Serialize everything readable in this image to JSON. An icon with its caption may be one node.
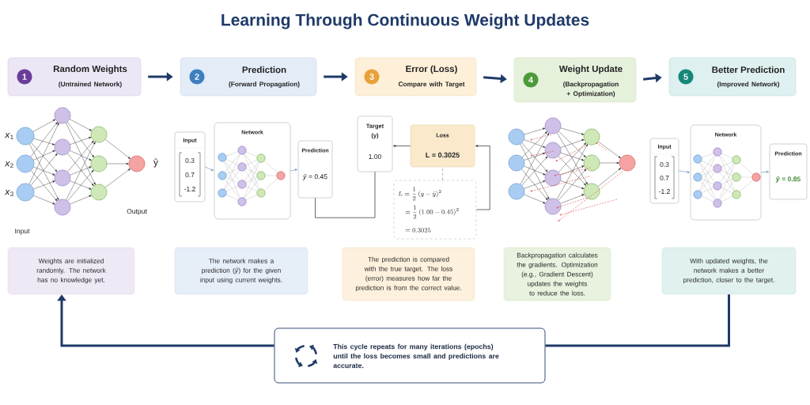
{
  "diagram": {
    "title": "Learning Through Continuous Weight Updates",
    "nodes": [
      {
        "text": [
          "1",
          "Random Weights",
          "(Untrained Network)"
        ]
      },
      {
        "text": [
          "2",
          "Prediction",
          "(Forward Propagation)"
        ]
      },
      {
        "text": [
          "3",
          "Error (Loss)",
          "Compare with Target"
        ]
      },
      {
        "text": [
          "4",
          "Weight Update",
          "(Backpropagation + Optimization)"
        ]
      },
      {
        "text": [
          "5",
          "Better Prediction",
          "(Improved Network)"
        ]
      },
      {
        "text": [
          "Input",
          "0.3",
          "0.7",
          "-1.2"
        ]
      },
      {
        "text": [
          "Network"
        ]
      },
      {
        "text": [
          "Prediction",
          "*ŷ* = 0.45"
        ]
      },
      {
        "text": [
          "Target (y)",
          "1.00"
        ]
      },
      {
        "text": [
          "Loss",
          "L = 0.3025"
        ]
      },
      {
        "text": [
          "L = \\frac{1}{2}\\,(y - \\hat{y})^2",
          "= \\frac{1}{2}\\,(1.00 - 0.45)^2",
          "= 0.3025"
        ]
      },
      {
        "text": [
          "Input",
          "0.3",
          "0.7",
          "-1.2"
        ]
      },
      {
        "text": [
          "Network"
        ]
      },
      {
        "text": [
          "Prediction",
          "*ŷ* = 0.85"
        ]
      },
      {
        "text": [
          "Weights are initialized randomly. The network has no knowledge yet."
        ]
      },
      {
        "text": [
          "The network makes a prediction (*ŷ*) for the given input using current weights."
        ]
      },
      {
        "text": [
          "The prediction is compared with the true target. The loss (error) measures how far the prediction is from the correct value."
        ]
      },
      {
        "text": [
          "Backpropagation calculates the gradients. Optimization (e.g., Gradient Descent) updates the weights to reduce the loss."
        ]
      },
      {
        "text": [
          "With updated weights, the network makes a better prediction, closer to the target."
        ]
      },
      {
        "text": [
          "This cycle repeats for many iterations (epochs) until the loss becomes small and predictions are accurate."
        ]
      }
    ],
    "edges": [
      {
        "from": 0,
        "to": 1,
        "arrow": "to",
        "style": "thick",
        "color": "#1f3a68"
      },
      {
        "from": 1,
        "to": 2,
        "arrow": "to",
        "style": "thick",
        "color": "#1f3a68"
      },
      {
        "from": 2,
        "to": 3,
        "arrow": "to",
        "style": "thick",
        "color": "#1f3a68"
      },
      {
        "from": 3,
        "to": 4,
        "arrow": "to",
        "style": "thick",
        "color": "#1f3a68"
      },
      {
        "from": 5,
        "to": 6,
        "arrow": "to",
        "color": "#8aa6c4"
      },
      {
        "from": 6,
        "to": 7,
        "arrow": "to",
        "color": "#8aa6c4"
      },
      {
        "from": 7,
        "to": 8,
        "arrow": "none"
      },
      {
        "from": 9,
        "to": 8,
        "arrow": "to"
      },
      {
        "from": 10,
        "to": 9,
        "arrow": "none",
        "style": "dashed",
        "color": "#9a9a9a"
      },
      {
        "from": 10,
        "to": 9,
        "arrow": "to"
      },
      {
        "from": 11,
        "to": 12,
        "arrow": "to",
        "color": "#8aa6c4"
      },
      {
        "from": 12,
        "to": 13,
        "arrow": "to",
        "color": "#8aa6c4"
      },
      {
        "from": 18,
        "to": 19,
        "arrow": "none",
        "style": "thick",
        "color": "#1f3a68"
      },
      {
        "from": 19,
        "to": 14,
        "arrow": "to",
        "style": "thick",
        "color": "#1f3a68"
      }
    ],
    "labels": [
      "*x*$_{1}$",
      "*x*$_{2}$",
      "*x*$_{3}$",
      "ŷ",
      "Output",
      "Input"
    ]
  }
}
